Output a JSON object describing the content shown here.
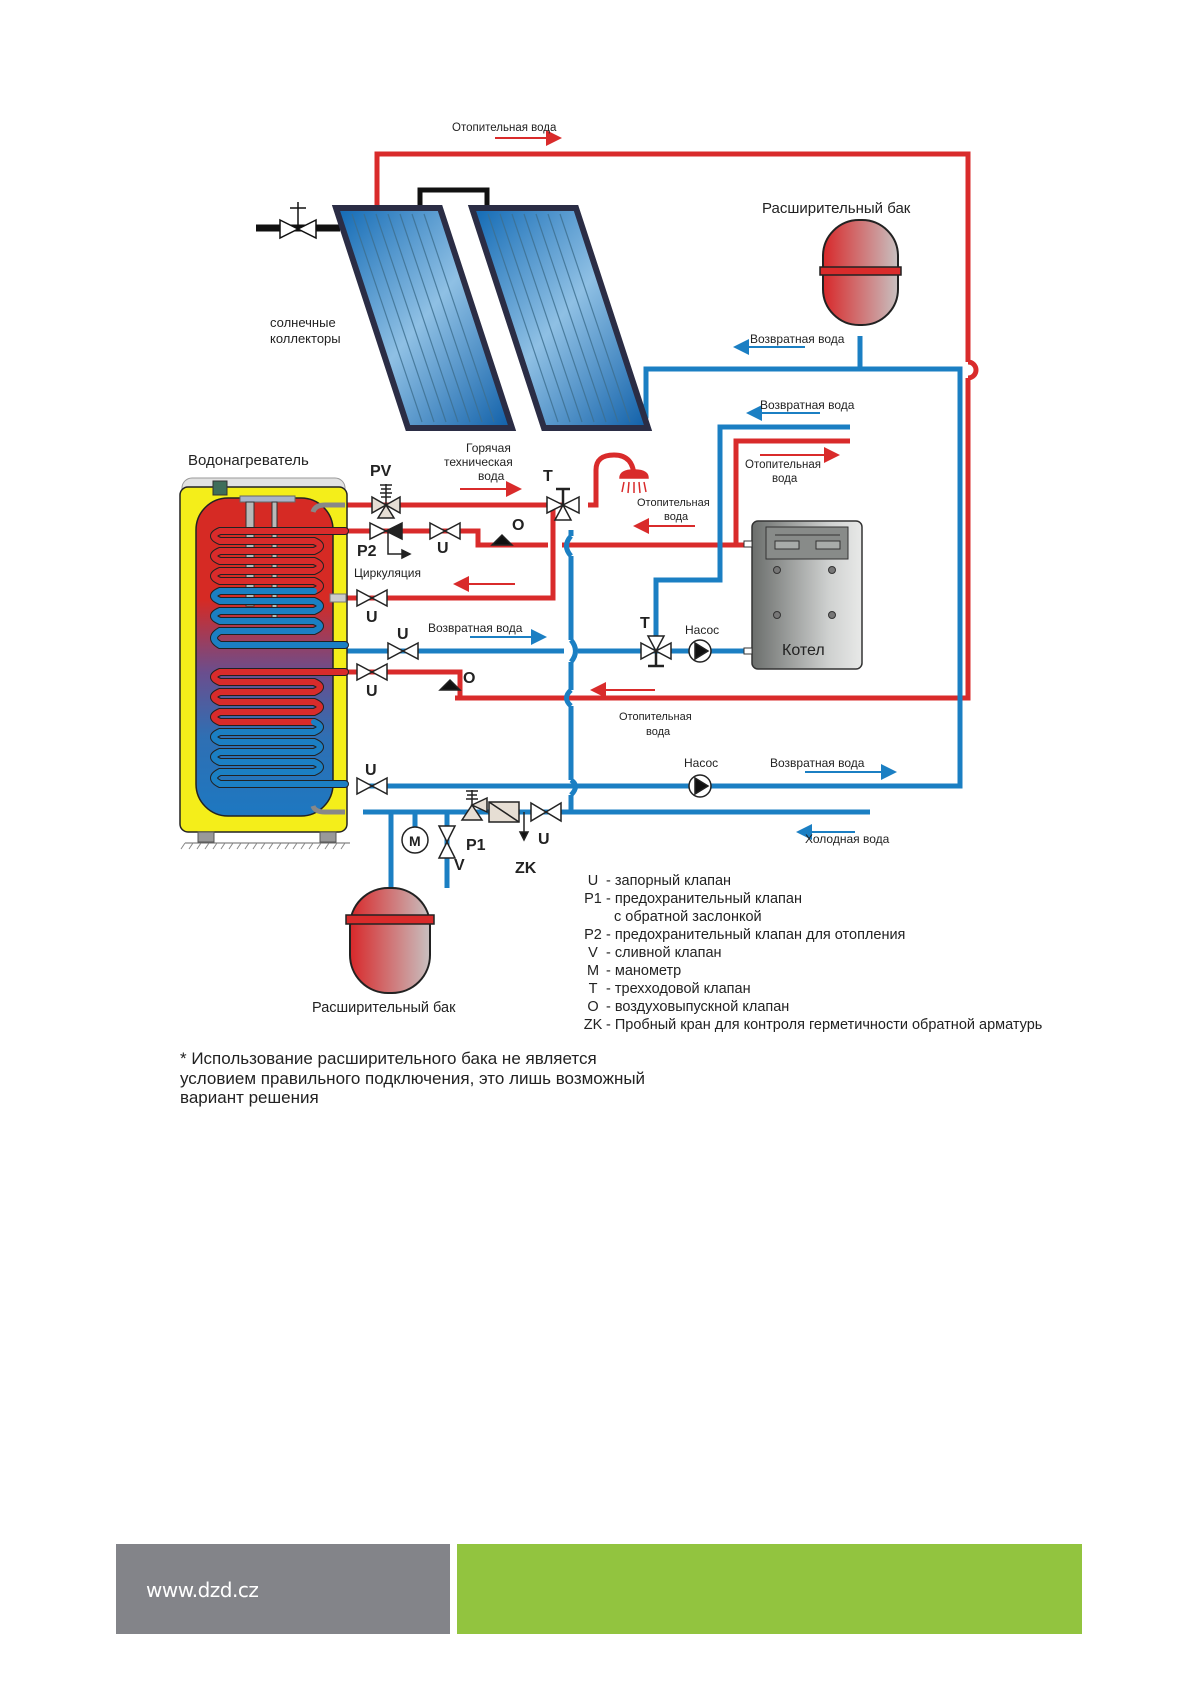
{
  "labels": {
    "top_heating_water": "Отопительная вода",
    "solar_collectors_line1": "солнечные",
    "solar_collectors_line2": "коллекторы",
    "expansion_tank_top": "Расширительный бак",
    "return_water_top": "Возвратная вода",
    "return_water_boiler": "Возвратная  вода",
    "heating_water_boiler_line1": "Отопительная",
    "heating_water_boiler_line2": "вода",
    "water_heater": "Водонагреватель",
    "hot_water_line1": "Горячая",
    "hot_water_line2": "техническая",
    "hot_water_line3": "вода",
    "heating_water_mid_line1": "Отопительная",
    "heating_water_mid_line2": "вода",
    "circulation": "Циркуляция",
    "return_water_mid": "Возвратная  вода",
    "pump_boiler": "Насос",
    "boiler": "Котел",
    "heating_water_lower_line1": "Отопительная",
    "heating_water_lower_line2": "вода",
    "pump_bottom": "Насос",
    "return_water_bottom": "Возвратная  вода",
    "cold_water": "Холодная вода",
    "expansion_tank_bottom": "Расширительный бак"
  },
  "component_codes": {
    "pv": "PV",
    "p2": "P2",
    "p1": "P1",
    "u": "U",
    "o": "O",
    "t": "T",
    "m": "M",
    "v": "V",
    "zk": "ZK"
  },
  "legend": [
    {
      "key": "U",
      "text": "- запорный клапан"
    },
    {
      "key": "P1",
      "text": "- предохранительный клапан",
      "cont": "с обратной заслонкой"
    },
    {
      "key": "P2",
      "text": "- предохранительный клапан для отопления"
    },
    {
      "key": "V",
      "text": "- сливной клапан"
    },
    {
      "key": "M",
      "text": "- манометр"
    },
    {
      "key": "T",
      "text": "- трехходовой клапан"
    },
    {
      "key": "O",
      "text": "- воздуховыпускной клапан"
    },
    {
      "key": "ZK",
      "text": "- Пробный кран для контроля герметичности обратной арматурь"
    }
  ],
  "note": {
    "line1": "* Использование расширительного бака не является",
    "line2": "условием правильного подключения, это лишь возможный",
    "line3": "вариант решения"
  },
  "footer": {
    "url": "www.dzd.cz"
  },
  "colors": {
    "hot_pipe": "#d92b2b",
    "cold_pipe": "#1b7fc3",
    "tank_jacket": "#f4ee1a",
    "footer_gray": "#838489",
    "footer_green": "#92c43f"
  }
}
